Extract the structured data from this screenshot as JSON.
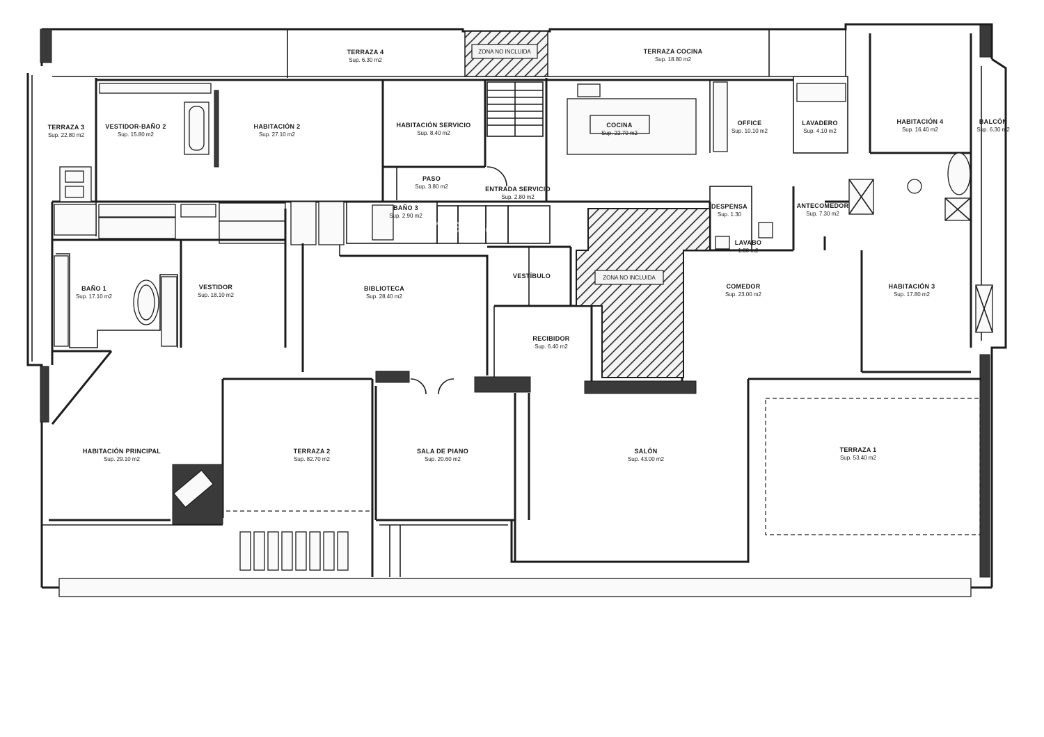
{
  "plan": {
    "rooms": [
      {
        "id": "terraza4",
        "name": "TERRAZA 4",
        "area": "Sup. 6.30 m2"
      },
      {
        "id": "zona_top",
        "name": "ZONA NO INCLUIDA",
        "area": ""
      },
      {
        "id": "terraza_cocina",
        "name": "TERRAZA COCINA",
        "area": "Sup. 18.80 m2"
      },
      {
        "id": "terraza3",
        "name": "TERRAZA 3",
        "area": "Sup. 22.80 m2"
      },
      {
        "id": "vestidor_bano2",
        "name": "VESTIDOR-BAÑO 2",
        "area": "Sup. 15.80 m2"
      },
      {
        "id": "habitacion2",
        "name": "HABITACIÓN 2",
        "area": "Sup. 27.10 m2"
      },
      {
        "id": "hab_servicio",
        "name": "HABITACIÓN SERVICIO",
        "area": "Sup. 8.40 m2"
      },
      {
        "id": "paso",
        "name": "PASO",
        "area": "Sup. 3.80 m2"
      },
      {
        "id": "entrada_servicio",
        "name": "ENTRADA SERVICIO",
        "area": "Sup. 2.80 m2"
      },
      {
        "id": "cocina",
        "name": "COCINA",
        "area": "Sup. 22.70 m2"
      },
      {
        "id": "office",
        "name": "OFFICE",
        "area": "Sup. 10.10 m2"
      },
      {
        "id": "lavadero",
        "name": "LAVADERO",
        "area": "Sup. 4.10 m2"
      },
      {
        "id": "habitacion4",
        "name": "HABITACIÓN 4",
        "area": "Sup. 16.40 m2"
      },
      {
        "id": "balcon",
        "name": "BALCÓN",
        "area": "Sup. 6.30 m2"
      },
      {
        "id": "bano3",
        "name": "BAÑO 3",
        "area": "Sup. 2.90 m2"
      },
      {
        "id": "despensa",
        "name": "DESPENSA",
        "area": "Sup. 1.30"
      },
      {
        "id": "lavabo",
        "name": "LAVABO",
        "area": "1.80 m2"
      },
      {
        "id": "antecomedor",
        "name": "ANTECOMEDOR",
        "area": "Sup. 7.30 m2"
      },
      {
        "id": "bano1",
        "name": "BAÑO 1",
        "area": "Sup. 17.10 m2"
      },
      {
        "id": "vestidor",
        "name": "VESTIDOR",
        "area": "Sup. 18.10 m2"
      },
      {
        "id": "biblioteca",
        "name": "BIBLIOTECA",
        "area": "Sup. 28.40 m2"
      },
      {
        "id": "vestibulo",
        "name": "VESTÍBULO",
        "area": ""
      },
      {
        "id": "zona_mid",
        "name": "ZONA NO INCLUIDA",
        "area": ""
      },
      {
        "id": "recibidor",
        "name": "RECIBIDOR",
        "area": "Sup. 6.40 m2"
      },
      {
        "id": "comedor",
        "name": "COMEDOR",
        "area": "Sup. 23.00 m2"
      },
      {
        "id": "habitacion3",
        "name": "HABITACIÓN 3",
        "area": "Sup. 17.80 m2"
      },
      {
        "id": "hab_principal",
        "name": "HABITACIÓN PRINCIPAL",
        "area": "Sup. 29.10 m2"
      },
      {
        "id": "terraza2",
        "name": "TERRAZA 2",
        "area": "Sup. 82.70 m2"
      },
      {
        "id": "sala_piano",
        "name": "SALA DE PIANO",
        "area": "Sup. 20.60 m2"
      },
      {
        "id": "salon",
        "name": "SALÓN",
        "area": "Sup. 43.00 m2"
      },
      {
        "id": "terraza1",
        "name": "TERRAZA 1",
        "area": "Sup. 53.40 m2"
      }
    ],
    "watermark": "realiza"
  }
}
